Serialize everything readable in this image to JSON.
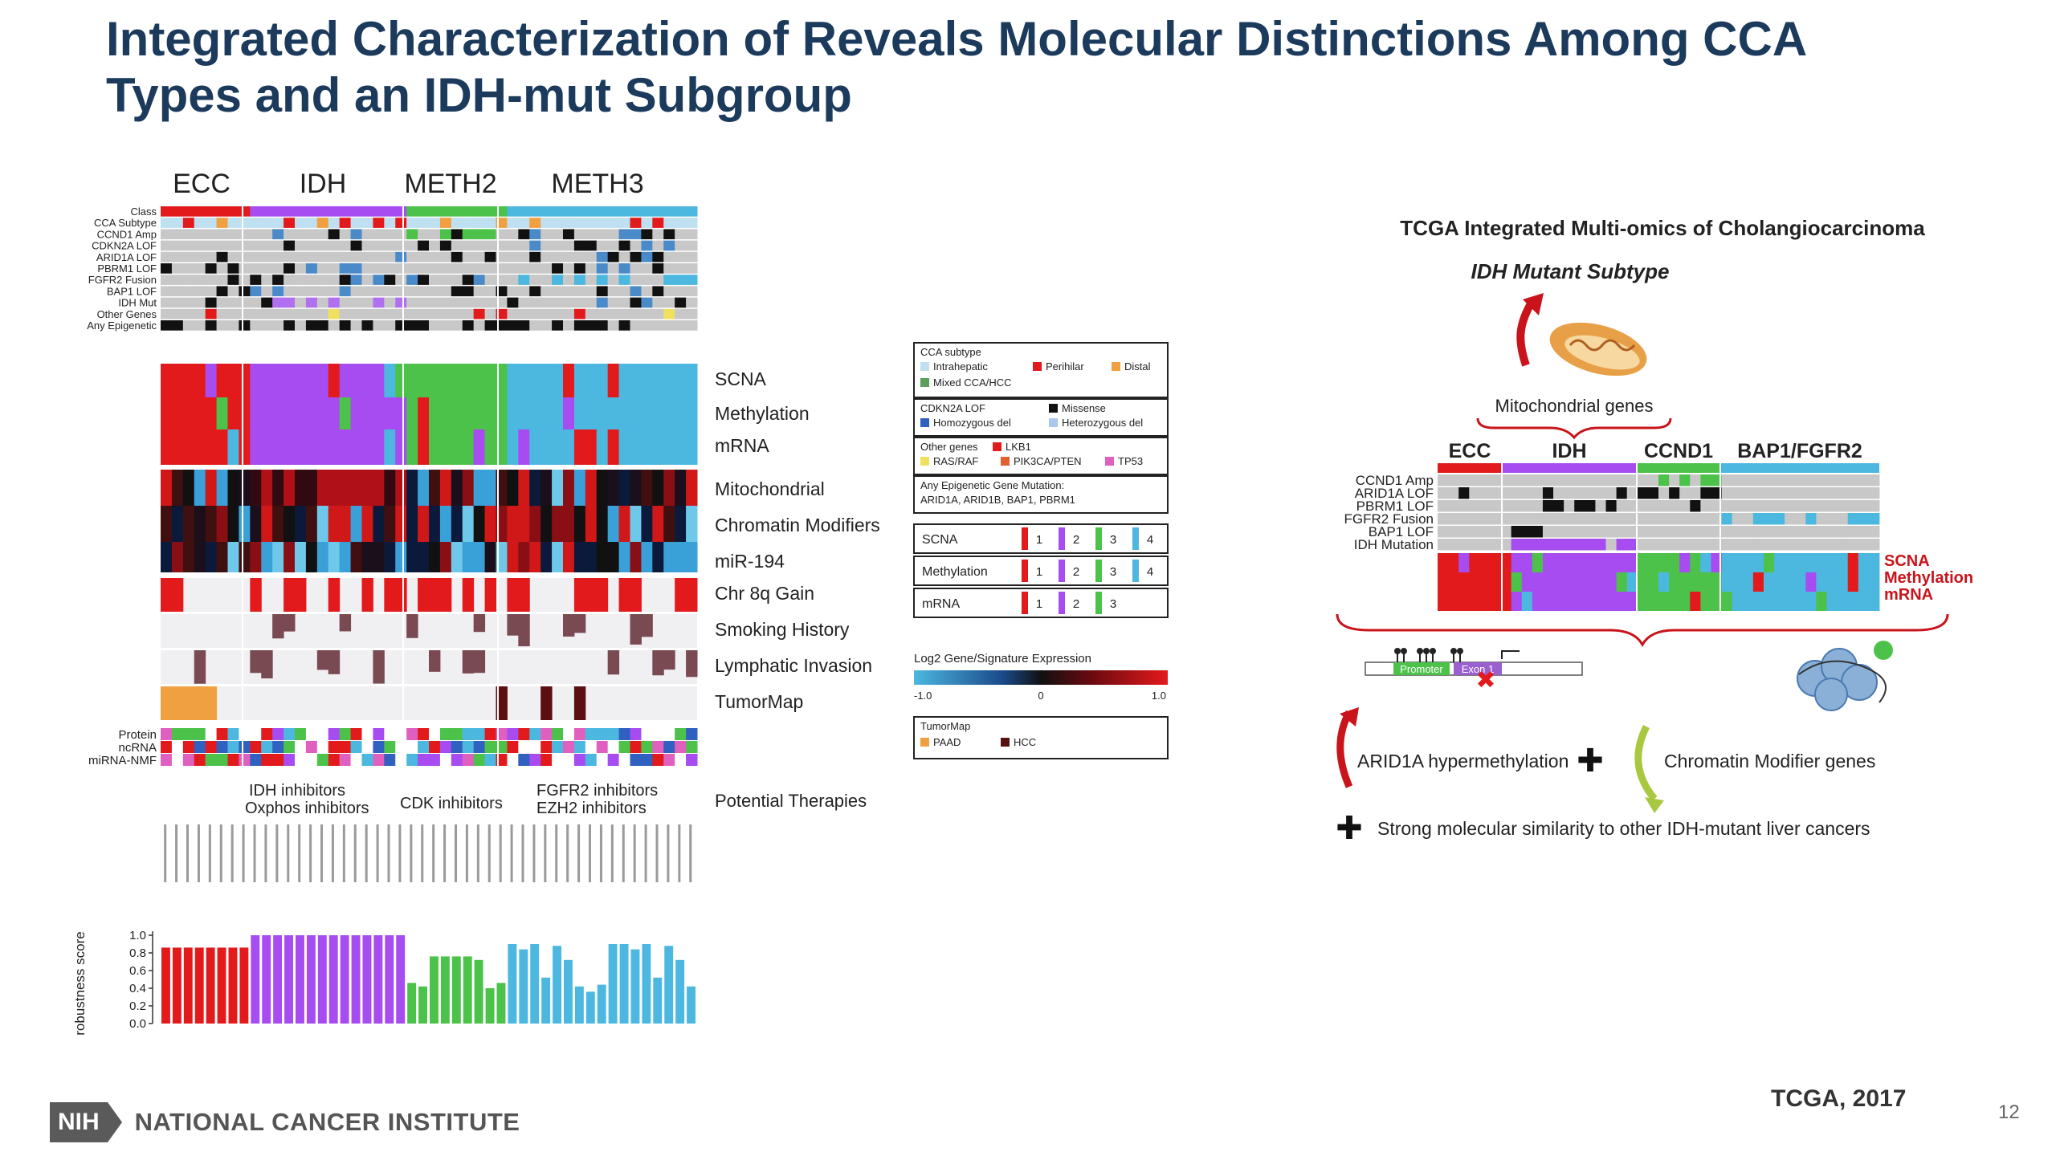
{
  "slide": {
    "title": "Integrated Characterization of Reveals Molecular Distinctions Among CCA Types and an IDH-mut Subgroup",
    "citation": "TCGA, 2017",
    "page_number": "12",
    "footer": {
      "badge": "NIH",
      "institute": "NATIONAL CANCER INSTITUTE"
    }
  },
  "left_figure": {
    "groups": [
      "ECC",
      "IDH",
      "METH2",
      "METH3"
    ],
    "top_row_labels": [
      "Class",
      "CCA Subtype",
      "CCND1 Amp",
      "CDKN2A LOF",
      "ARID1A LOF",
      "PBRM1 LOF",
      "FGFR2 Fusion",
      "BAP1 LOF",
      "IDH Mut",
      "Other Genes",
      "Any Epigenetic"
    ],
    "right_labels": [
      "SCNA",
      "Methylation",
      "mRNA",
      "Mitochondrial",
      "Chromatin Modifiers",
      "miR-194",
      "Chr 8q Gain",
      "Smoking History",
      "Lymphatic Invasion",
      "TumorMap"
    ],
    "bottom_row_labels": [
      "Protein",
      "ncRNA",
      "miRNA-NMF"
    ],
    "therapies": [
      "IDH inhibitors",
      "Oxphos inhibitors",
      "CDK inhibitors",
      "FGFR2 inhibitors",
      "EZH2 inhibitors"
    ],
    "therapies_label": "Potential Therapies",
    "robustness_label": "robustness score",
    "ticks": [
      "0.0",
      "0.2",
      "0.4",
      "0.6",
      "0.8",
      "1.0"
    ]
  },
  "legend": {
    "cca_subtype": {
      "title": "CCA subtype",
      "items": [
        "Intrahepatic",
        "Perihilar",
        "Distal",
        "Mixed CCA/HCC"
      ]
    },
    "cdkn2a": {
      "title": "CDKN2A LOF",
      "items": [
        "Missense",
        "Homozygous del",
        "Heterozygous del"
      ]
    },
    "other_genes": {
      "title": "Other genes",
      "items": [
        "LKB1",
        "RAS/RAF",
        "PIK3CA/PTEN",
        "TP53"
      ]
    },
    "epigenetic": {
      "line1": "Any Epigenetic Gene Mutation:",
      "line2": "ARID1A, ARID1B, BAP1, PBRM1"
    },
    "clusters": [
      {
        "label": "SCNA",
        "values": [
          "1",
          "2",
          "3",
          "4"
        ]
      },
      {
        "label": "Methylation",
        "values": [
          "1",
          "2",
          "3",
          "4"
        ]
      },
      {
        "label": "mRNA",
        "values": [
          "1",
          "2",
          "3"
        ]
      }
    ],
    "expression": {
      "title": "Log2 Gene/Signature Expression",
      "min": "-1.0",
      "mid": "0",
      "max": "1.0"
    },
    "tumormap": {
      "title": "TumorMap",
      "items": [
        "PAAD",
        "HCC"
      ]
    }
  },
  "right_figure": {
    "title": "TCGA Integrated Multi-omics of Cholangiocarcinoma",
    "subtype": "IDH Mutant Subtype",
    "mito_label": "Mitochondrial genes",
    "groups": [
      "ECC",
      "IDH",
      "CCND1",
      "BAP1/FGFR2"
    ],
    "row_labels": [
      "CCND1 Amp",
      "ARID1A LOF",
      "PBRM1 LOF",
      "FGFR2 Fusion",
      "BAP1 LOF",
      "IDH Mutation"
    ],
    "right_labels": [
      "SCNA",
      "Methylation",
      "mRNA"
    ],
    "promoter": "Promoter",
    "exon": "Exon 1",
    "arid1a": "ARID1A hypermethylation",
    "chromatin": "Chromatin Modifier genes",
    "similarity": "Strong molecular similarity to other IDH-mutant liver cancers"
  },
  "colors": {
    "title": "#1b3a5c",
    "red": "#e31a1c",
    "purple": "#a64cf0",
    "green": "#4cc24a",
    "blue": "#4cb8e0",
    "grey": "#c8c8c8",
    "dark_brown": "#7a4a52",
    "orange": "#f0a040"
  }
}
